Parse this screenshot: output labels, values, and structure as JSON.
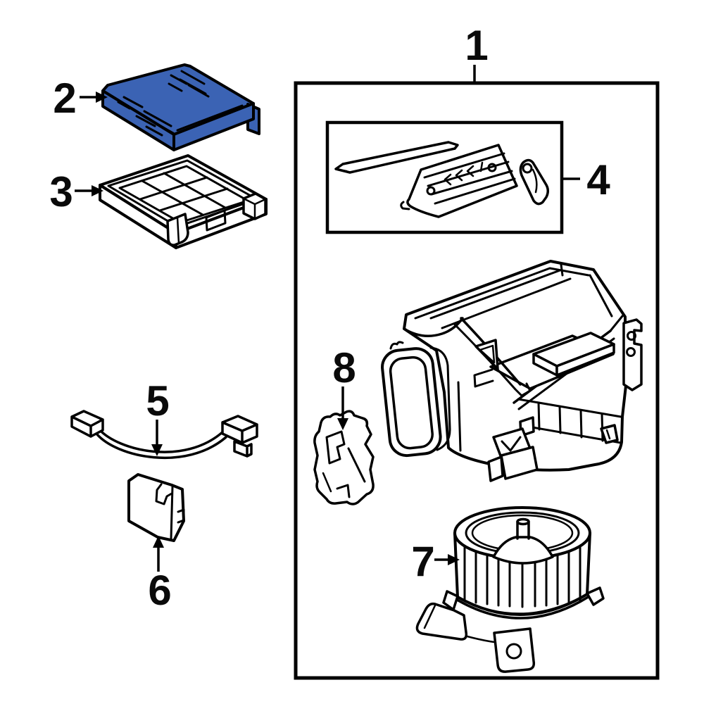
{
  "diagram": {
    "background_color": "#ffffff",
    "line_color": "#000000",
    "highlight_fill": "#3b63b4",
    "callouts": {
      "1": {
        "label": "1",
        "points_to": "hvac-unit-assembly-box"
      },
      "2": {
        "label": "2",
        "points_to": "cabin-air-filter"
      },
      "3": {
        "label": "3",
        "points_to": "filter-case-tray"
      },
      "4": {
        "label": "4",
        "points_to": "damper-parts-kit-box"
      },
      "5": {
        "label": "5",
        "points_to": "wiring-harness"
      },
      "6": {
        "label": "6",
        "points_to": "blower-resistor-module"
      },
      "7": {
        "label": "7",
        "points_to": "blower-motor-fan"
      },
      "8": {
        "label": "8",
        "points_to": "cover-gasket-plate"
      }
    }
  }
}
